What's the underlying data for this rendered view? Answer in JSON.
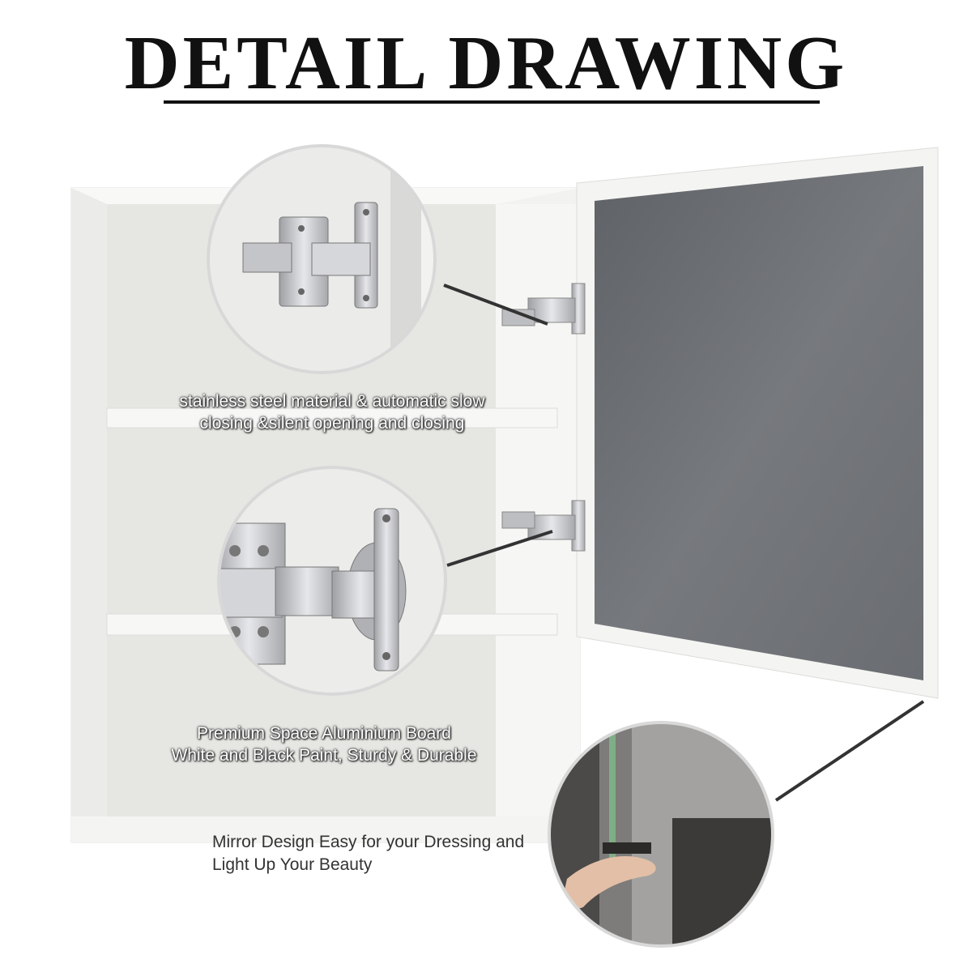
{
  "title": "DETAIL DRAWING",
  "callouts": [
    {
      "line1": "stainless steel material & automatic slow",
      "line2": "closing &silent opening and closing"
    },
    {
      "line1": "Premium Space Aluminium Board",
      "line2": "White and Black Paint, Sturdy & Durable"
    },
    {
      "line1": "Mirror Design Easy for your Dressing and",
      "line2": "Light Up Your Beauty"
    }
  ],
  "colors": {
    "cabinet": "#f3f3f1",
    "mirror": "#6e7175",
    "steel": "#c8c9cc",
    "text_dark": "#111111"
  }
}
